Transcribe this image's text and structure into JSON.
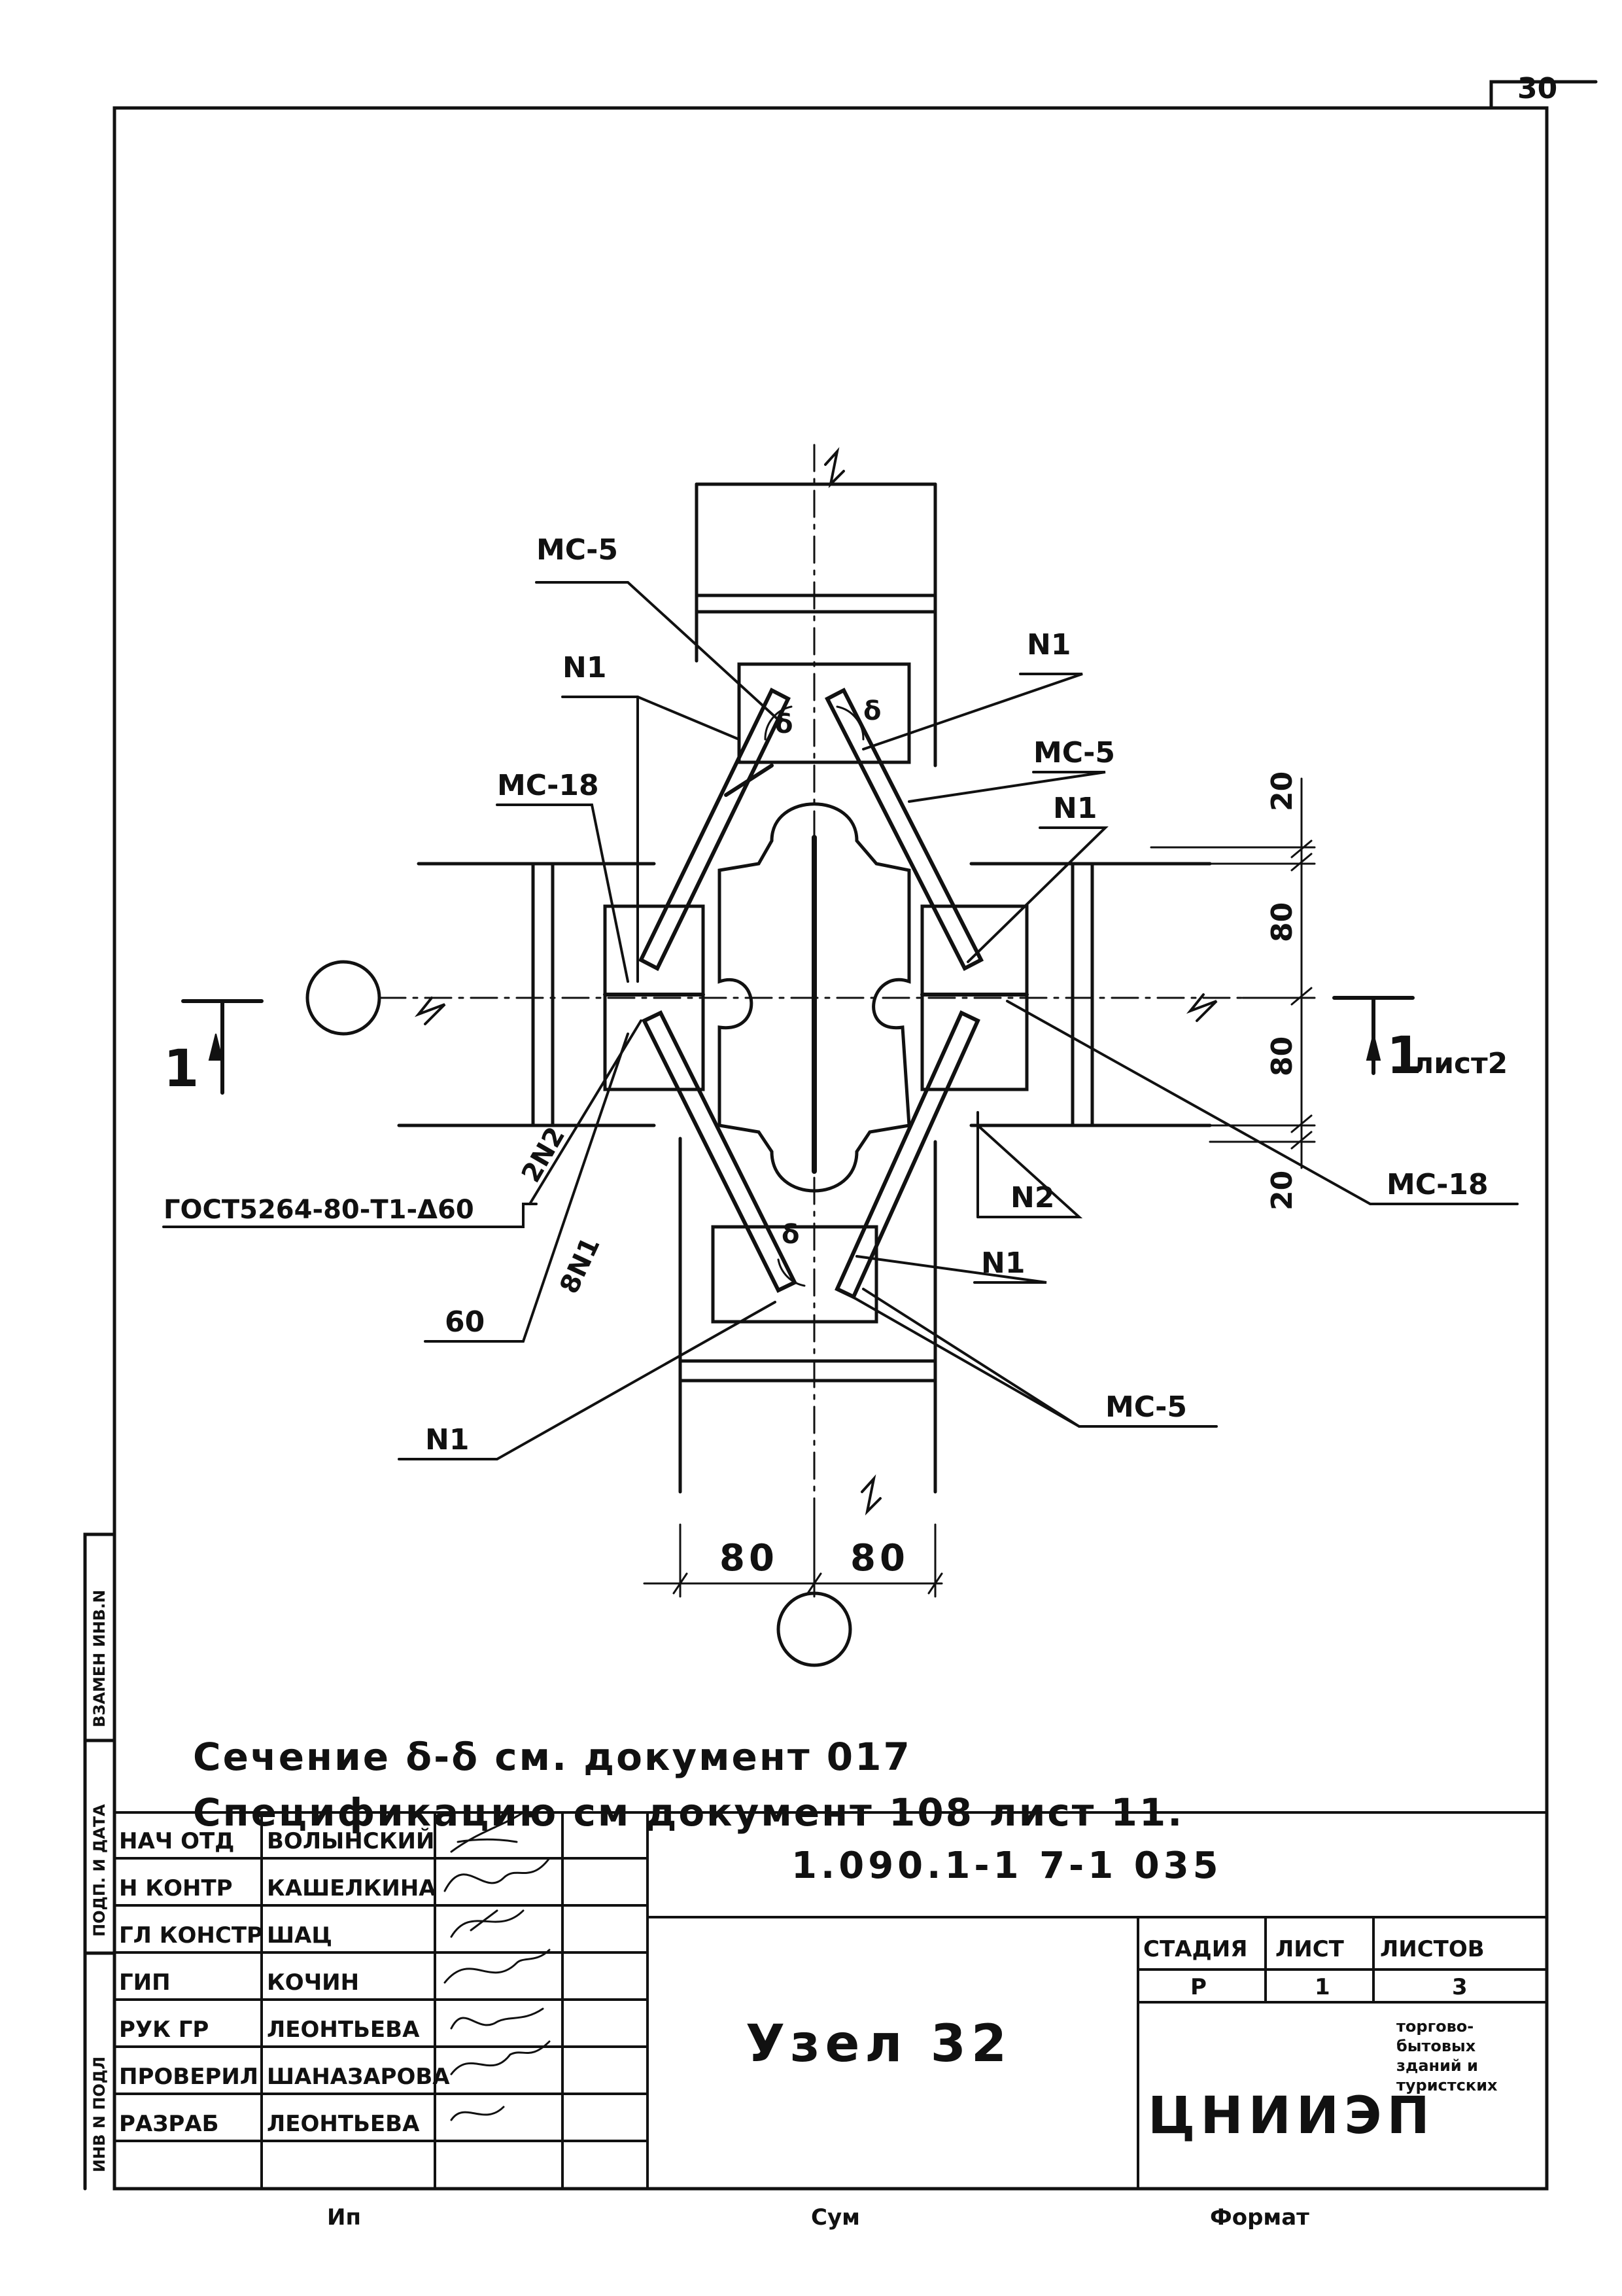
{
  "callouts": {
    "mc5_top": "МС-5",
    "n1_top_left": "N1",
    "n1_top_right": "N1",
    "mc5_right": "МС-5",
    "mc18_left": "МС-18",
    "n1_right_mid": "N1",
    "mc18_right": "МС-18",
    "n2_left": "2N2",
    "n1_diag": "8N1",
    "n2_right": "N2",
    "n1_lower_right": "N1",
    "mc5_bottom": "МС-5",
    "sixty": "60",
    "n1_bottom_left": "N1",
    "gost": "ГОСТ5264-80-Т1-Δ60",
    "delta_top_1": "δ",
    "delta_top_2": "δ",
    "delta_bottom": "δ"
  },
  "section_marks": {
    "left": "1",
    "right": "1",
    "right_sheet": "лист2"
  },
  "dimensions": {
    "right_20_top": "20",
    "right_80_top": "80",
    "right_80_bottom": "80",
    "right_20_bottom": "20",
    "bottom_80_left": "80",
    "bottom_80_right": "80"
  },
  "notes": {
    "line1": "Сечение δ-δ см. документ 017",
    "line2": "Спецификацию см документ 108 лист 11."
  },
  "title_block": {
    "doc_code": "1.090.1-1 7-1 035",
    "drawing_name": "Узел 32",
    "roles": [
      "НАЧ ОТД",
      "Н КОНТР",
      "ГЛ КОНСТР",
      "ГИП",
      "РУК ГР",
      "ПРОВЕРИЛ",
      "РАЗРАБ"
    ],
    "names": [
      "ВОЛЫНСКИЙ",
      "КАШЕЛКИНА",
      "ШАЦ",
      "КОЧИН",
      "ЛЕОНТЬЕВА",
      "ШАНАЗАРОВА",
      "ЛЕОНТЬЕВА"
    ],
    "stage_header": "СТАДИЯ",
    "sheet_header": "ЛИСТ",
    "sheets_header": "ЛИСТОВ",
    "stage_value": "Р",
    "sheet_value": "1",
    "sheets_value": "3",
    "org": "ЦНИИЭП",
    "org_sub": [
      "торгово-",
      "бытовых",
      "зданий и",
      "туристских"
    ]
  },
  "side_strip": {
    "inv_replace": "ВЗАМЕН ИНВ.N",
    "sign_date": "ПОДП. И ДАТА",
    "inv_orig": "ИНВ N ПОДЛ"
  },
  "footer": {
    "left": "Ип",
    "mid": "Сум",
    "right": "Формат"
  },
  "sheet_number": "30"
}
